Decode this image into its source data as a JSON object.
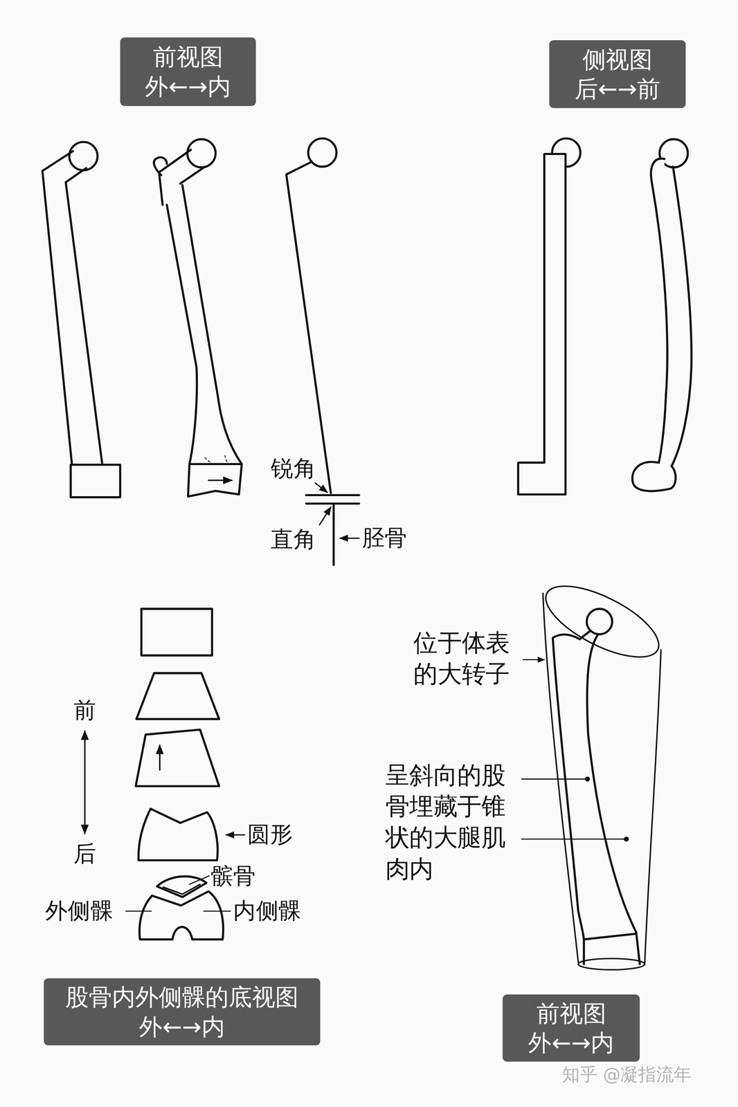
{
  "diagram": {
    "nodes": [
      {
        "text": [
          "前视图",
          "外←→内"
        ]
      },
      {
        "text": [
          "侧视图",
          "后←→前"
        ]
      },
      {
        "text": [
          "股骨内外侧髁的底视图",
          "外←→内"
        ]
      },
      {
        "text": [
          "前视图",
          "外←→内"
        ]
      }
    ],
    "labels": [
      "锐角",
      "直角",
      "胫骨",
      "前",
      "后",
      "圆形",
      "髌骨",
      "外侧髁",
      "内侧髁",
      "位于体表的大转子",
      "呈斜向的股骨埋藏于锥状的大腿肌肉内",
      "知乎 @凝指流年"
    ]
  }
}
